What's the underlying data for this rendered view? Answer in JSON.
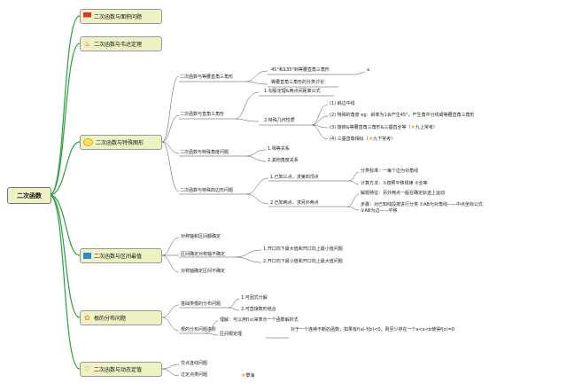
{
  "root": {
    "label": "二次函数"
  },
  "branches": [
    {
      "label": "二次函数与面积问题",
      "icon": "red-flag-icon"
    },
    {
      "label": "二次函数与韦达定理",
      "icon": "fire-icon"
    },
    {
      "label": "二次函数与特殊图形",
      "icon": "sun-icon"
    },
    {
      "label": "二次函数与区间最值",
      "icon": "blue-square-icon"
    },
    {
      "label": "根的分布问题",
      "icon": "flower-icon"
    },
    {
      "label": "二次函数与动态定值",
      "icon": "heart-icon"
    }
  ],
  "special": {
    "iso_right": {
      "label": "二次函数与等腰直角三角形",
      "items": [
        "45°和135°到等腰直角三角形",
        "等腰直角三角形的分类讨论"
      ],
      "tail": "a"
    },
    "right_tri": {
      "label": "二次函数与直角三角形",
      "a": "1.勾股定理&两点间距离公式",
      "b": "2.特殊几何性质",
      "props": [
        "(1) 斜边中线",
        "(2) 特殊的角度 eg：斜率为1会产生45°，产生角平分线或等腰直角三角形",
        "(3) 旋转&等腰直角三角形&三垂直全等（",
        "(4) 三垂直像相似（"
      ],
      "badge3": "九上常考",
      "badge4": "九下常考"
    },
    "special_angle": {
      "label": "二次函数与特殊角度问题",
      "items": [
        "1.相等关系",
        "2.其他角度关系"
      ]
    },
    "quad": {
      "label": "二次函数与特殊四边形问题",
      "a": "1.已知三点，求第四顶点",
      "a_items": [
        "分类标准：一每个边为对角线",
        "计算方法：①按照平移规律 ②全等"
      ],
      "b": "2.已知两点，求另外两点",
      "b_items": [
        "解题特征：另外两点一般在确定轨迹上运动",
        "步骤：对已知线段按进行分类 ①AB为对角线——中点坐标公式 ②AB为边——平移"
      ]
    }
  },
  "interval": {
    "items": [
      "对称轴和区间都确定",
      "区间确定对称轴不确定",
      "对称轴确定区间不确定"
    ],
    "sub": [
      "1.开口向下最大值和开口向上最小值问题",
      "2.开口向下最小值和开口向上最大值问题"
    ]
  },
  "roots": {
    "basic": "基础类根的分布问题",
    "basic_items": [
      "1.可因式分解",
      "2.可直接数形结合"
    ],
    "adv": "根的分布问题进阶",
    "understand": "理解：可以用f(x)来表示一个函数解析式",
    "zero": "区间根定理",
    "zero_text": "对于一个连续不断的函数，如果有f(a)·f(b)<0，则至少存在一个a<x<b使得f(x)=0"
  },
  "dynamic": {
    "items": [
      "交点连线问题",
      "过定点类问题"
    ],
    "badge": "攀海"
  }
}
